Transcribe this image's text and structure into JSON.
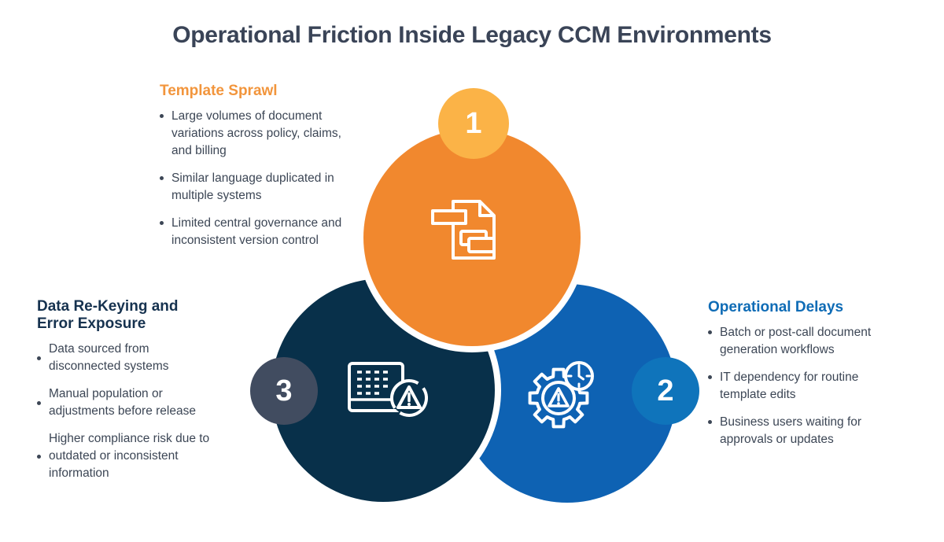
{
  "title": "Operational Friction Inside Legacy CCM Environments",
  "sections": [
    {
      "number": "1",
      "heading": "Template Sprawl",
      "icon": "document-copies-icon",
      "bullets": [
        "Large volumes of document variations across policy, claims, and billing",
        "Similar language duplicated in multiple systems",
        "Limited central governance and inconsistent version control"
      ]
    },
    {
      "number": "2",
      "heading": "Operational Delays",
      "icon": "gear-warning-clock-icon",
      "bullets": [
        "Batch or post-call document generation workflows",
        "IT dependency for routine template edits",
        "Business users waiting for approvals or updates"
      ]
    },
    {
      "number": "3",
      "heading": "Data Re-Keying and Error Exposure",
      "icon": "table-warning-icon",
      "bullets": [
        "Data sourced from disconnected systems",
        "Manual population or adjustments before release",
        "Higher compliance risk due to outdated or inconsistent information"
      ]
    }
  ],
  "colors": {
    "title_text": "#3A4457",
    "body_text": "#3C4655",
    "orange_circle": "#F1882E",
    "orange_badge": "#FBB347",
    "orange_heading": "#F2953C",
    "navy_circle": "#08304A",
    "navy_badge": "#414C60",
    "navy_heading": "#16324F",
    "blue_circle": "#0E62B3",
    "blue_badge": "#0F74BB",
    "blue_heading": "#0F6CB6"
  }
}
